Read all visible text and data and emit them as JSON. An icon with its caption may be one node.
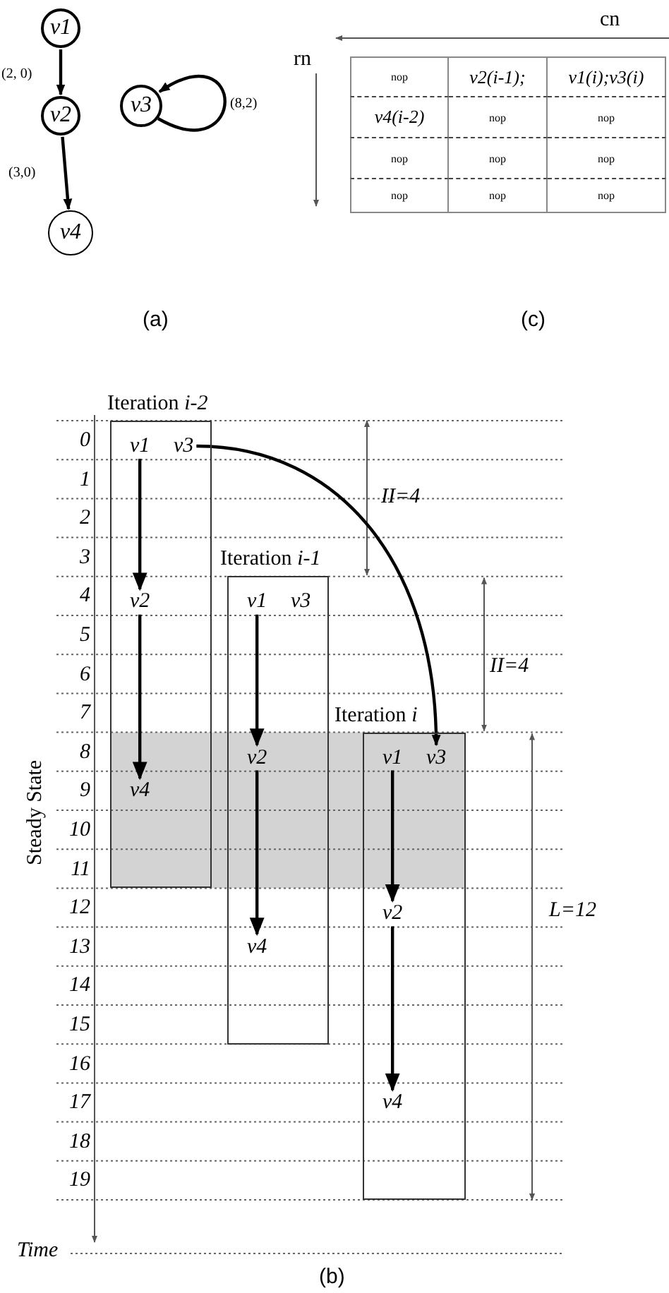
{
  "diagram": {
    "nodes": [
      {
        "text": [
          "v1"
        ]
      },
      {
        "text": [
          "v2"
        ]
      },
      {
        "text": [
          "v3"
        ]
      },
      {
        "text": [
          "v4"
        ]
      },
      {
        "text": [
          "Iteration *i-2*"
        ]
      },
      {
        "text": [
          "v1"
        ],
        "in": 4
      },
      {
        "text": [
          "v3"
        ],
        "in": 4
      },
      {
        "text": [
          "v2"
        ],
        "in": 4
      },
      {
        "text": [
          "v4"
        ],
        "in": 4
      },
      {
        "text": [
          "Iteration *i-1*"
        ]
      },
      {
        "text": [
          "v1"
        ],
        "in": 9
      },
      {
        "text": [
          "v3"
        ],
        "in": 9
      },
      {
        "text": [
          "v2"
        ],
        "in": 9
      },
      {
        "text": [
          "v4"
        ],
        "in": 9
      },
      {
        "text": [
          "Iteration *i*"
        ]
      },
      {
        "text": [
          "v1"
        ],
        "in": 14
      },
      {
        "text": [
          "v3"
        ],
        "in": 14
      },
      {
        "text": [
          "v2"
        ],
        "in": 14
      },
      {
        "text": [
          "v4"
        ],
        "in": 14
      }
    ],
    "edges": [
      {
        "from": 0,
        "to": 1,
        "arrow": "to",
        "label": "(2, 0)"
      },
      {
        "from": 1,
        "to": 3,
        "arrow": "to",
        "label": "(3,0)"
      },
      {
        "from": 2,
        "to": 2,
        "arrow": "to",
        "label": "(8,2)"
      },
      {
        "from": 5,
        "to": 7,
        "arrow": "to"
      },
      {
        "from": 7,
        "to": 8,
        "arrow": "to"
      },
      {
        "from": 6,
        "to": 16,
        "arrow": "to"
      },
      {
        "from": 10,
        "to": 12,
        "arrow": "to"
      },
      {
        "from": 12,
        "to": 13,
        "arrow": "to"
      },
      {
        "from": 15,
        "to": 17,
        "arrow": "to"
      },
      {
        "from": 17,
        "to": 18,
        "arrow": "to"
      }
    ],
    "labels": [
      "cn",
      "rn",
      "nop",
      "v2(i-1);",
      "v1(i);v3(i)",
      "v4(i-2)",
      "nop",
      "nop",
      "nop",
      "nop",
      "nop",
      "nop",
      "nop",
      "nop",
      "(a)",
      "(c)",
      "II=4",
      "II=4",
      "Steady State",
      "0",
      "1",
      "2",
      "3",
      "4",
      "5",
      "6",
      "7",
      "8",
      "9",
      "10",
      "11",
      "12",
      "13",
      "14",
      "15",
      "16",
      "17",
      "18",
      "19",
      "L=12",
      "Time",
      "(b)"
    ]
  }
}
